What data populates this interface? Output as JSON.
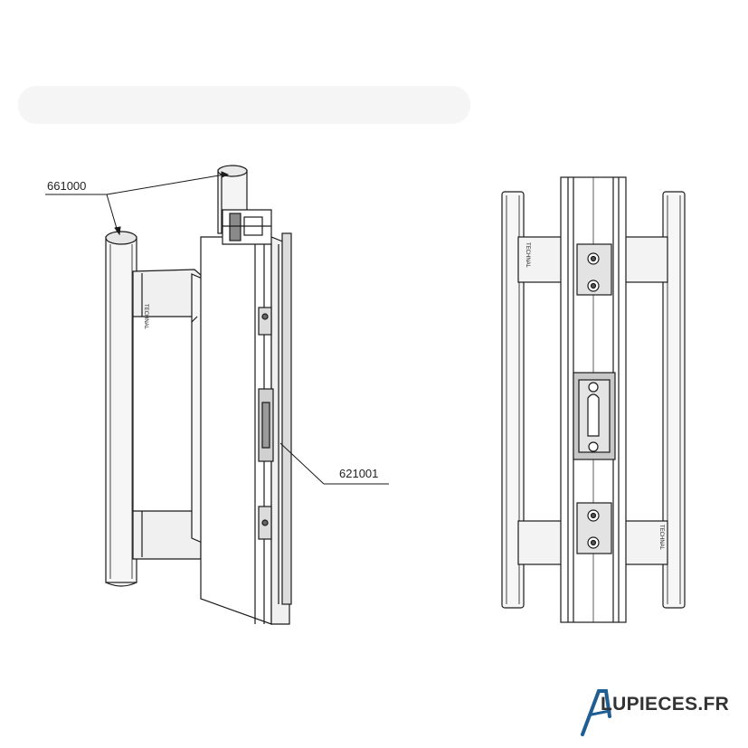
{
  "callouts": {
    "handle_ref": "661000",
    "lock_ref": "621001"
  },
  "side_stamp_left": "TECHNAL",
  "side_stamp_right": "TECHNAL",
  "brand": {
    "text": "LUPIECES.FR",
    "accent_color": "#1f5e92",
    "text_color": "#333333"
  },
  "colors": {
    "line": "#1a1a1a",
    "light_fill": "#f4f4f4",
    "mid_fill": "#d9d9d9",
    "dark_fill": "#8a8a8a"
  }
}
